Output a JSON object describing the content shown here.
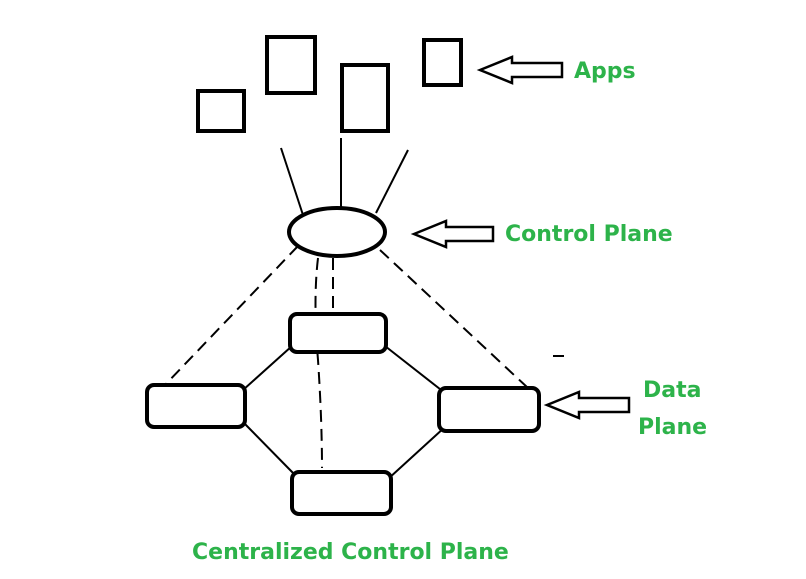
{
  "labels": {
    "apps": "Apps",
    "control_plane": "Control Plane",
    "data_plane_line1": "Data",
    "data_plane_line2": "Plane",
    "caption": "Centralized Control Plane"
  },
  "colors": {
    "label_green": "#2db34a",
    "stroke": "#000000",
    "background": "#ffffff"
  }
}
